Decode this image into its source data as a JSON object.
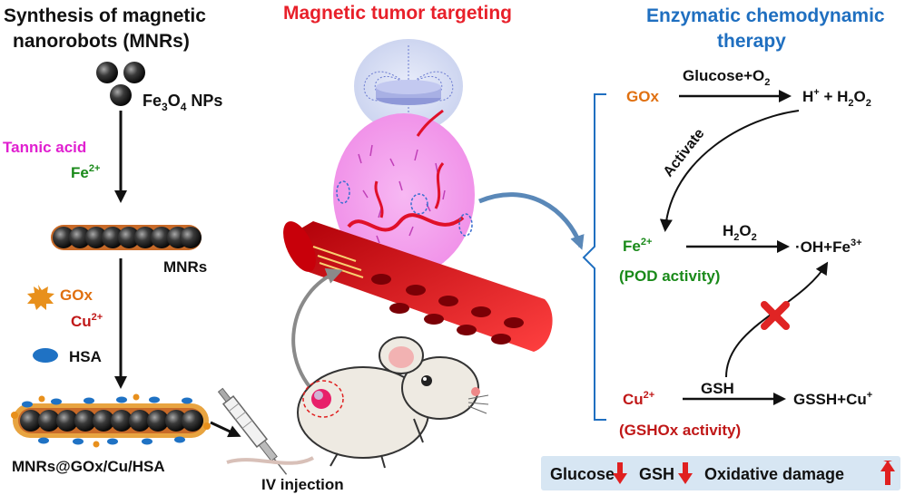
{
  "panels": {
    "synthesis": {
      "title_line1": "Synthesis of magnetic",
      "title_line2": "nanorobots (MNRs)",
      "fe3o4_main": "Fe",
      "fe3o4_sub1": "3",
      "fe3o4_mid": "O",
      "fe3o4_sub2": "4",
      "fe3o4_tail": " NPs",
      "tannic_acid": "Tannic acid",
      "fe2_base": "Fe",
      "fe2_sup": "2+",
      "mnrs": "MNRs",
      "gox": "GOx",
      "cu2_base": "Cu",
      "cu2_sup": "2+",
      "hsa": "HSA",
      "product": "MNRs@GOx/Cu/HSA"
    },
    "targeting": {
      "title": "Magnetic tumor targeting",
      "iv_injection": "IV injection"
    },
    "therapy": {
      "title_line1": "Enzymatic chemodynamic",
      "title_line2": "therapy",
      "gox": "GOx",
      "glucose_base": "Glucose+O",
      "glucose_sub": "2",
      "h_base": "H",
      "h_sup": "+",
      "h_mid": " + H",
      "h_sub": "2",
      "h_o": "O",
      "h_sub2": "2",
      "activate": "Activate",
      "fe2_base": "Fe",
      "fe2_sup": "2+",
      "pod": "(POD activity)",
      "h2o2_a": "H",
      "h2o2_sub1": "2",
      "h2o2_b": "O",
      "h2o2_sub2": "2",
      "oh_dot": "·",
      "oh_text": "OH+Fe",
      "oh_sup": "3+",
      "cu2_base": "Cu",
      "cu2_sup": "2+",
      "gshox": "(GSHOx activity)",
      "gsh": "GSH",
      "gssh_base": "GSSH+Cu",
      "gssh_sup": "+"
    },
    "summary": {
      "glucose": "Glucose",
      "gsh": "GSH",
      "oxidative": "Oxidative damage"
    }
  },
  "colors": {
    "black": "#111111",
    "red_title": "#e8202a",
    "blue_title": "#1f6fc0",
    "magenta": "#e020d0",
    "green": "#1a8a1a",
    "orange": "#e07010",
    "dark_red": "#c01818",
    "summary_bg": "#d7e6f3"
  }
}
